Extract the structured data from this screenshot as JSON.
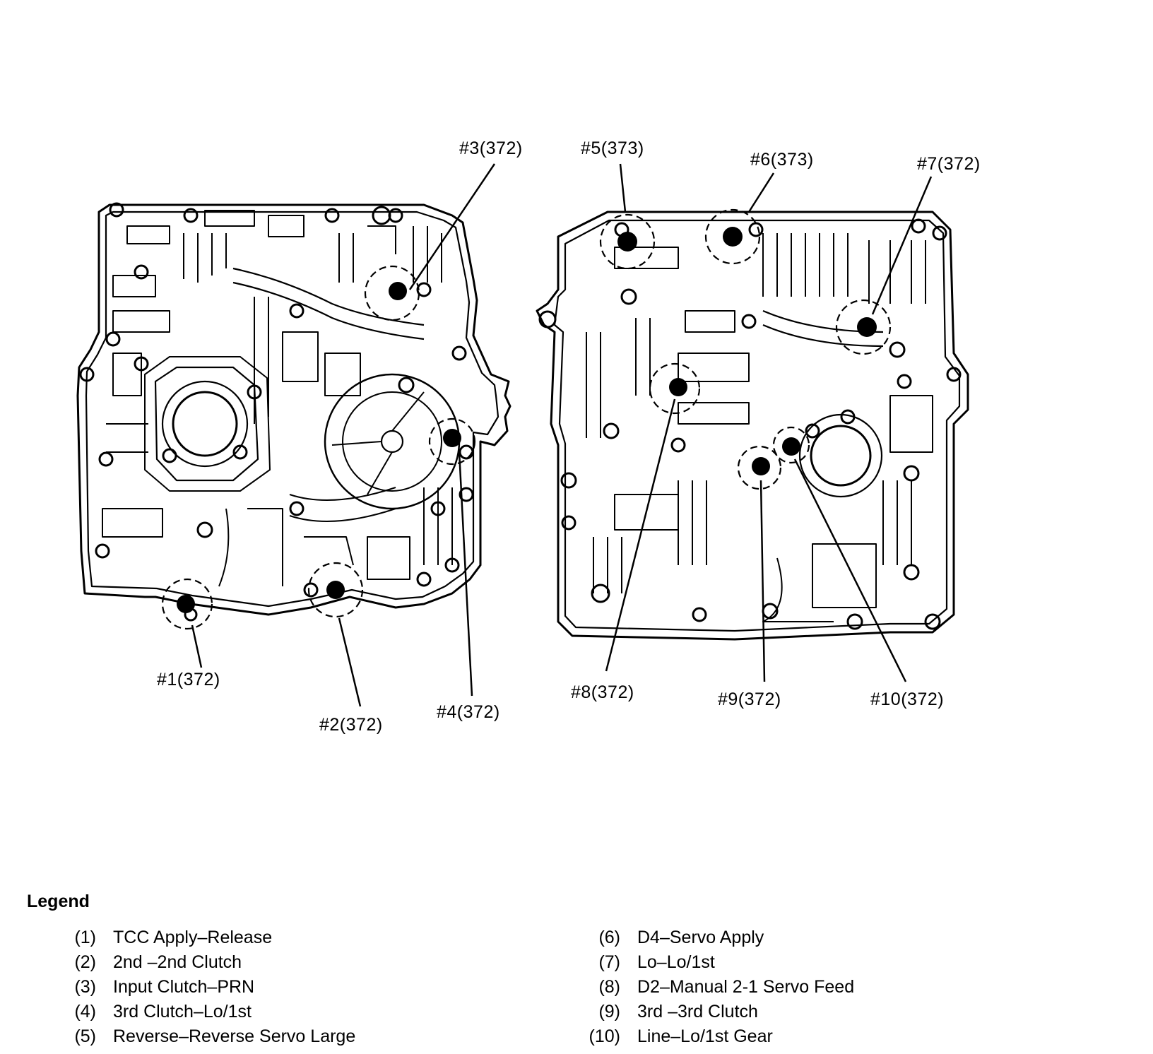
{
  "callouts": {
    "c1": "#1(372)",
    "c2": "#2(372)",
    "c3": "#3(372)",
    "c4": "#4(372)",
    "c5": "#5(373)",
    "c6": "#6(373)",
    "c7": "#7(372)",
    "c8": "#8(372)",
    "c9": "#9(372)",
    "c10": "#10(372)"
  },
  "legend": {
    "title": "Legend",
    "left": [
      {
        "num": "(1)",
        "text": "TCC Apply–Release"
      },
      {
        "num": "(2)",
        "text": "2nd –2nd Clutch"
      },
      {
        "num": "(3)",
        "text": "Input Clutch–PRN"
      },
      {
        "num": "(4)",
        "text": "3rd Clutch–Lo/1st"
      },
      {
        "num": "(5)",
        "text": "Reverse–Reverse Servo Large"
      }
    ],
    "right": [
      {
        "num": "(6)",
        "text": "D4–Servo Apply"
      },
      {
        "num": "(7)",
        "text": "Lo–Lo/1st"
      },
      {
        "num": "(8)",
        "text": "D2–Manual 2-1 Servo Feed"
      },
      {
        "num": "(9)",
        "text": "3rd –3rd Clutch"
      },
      {
        "num": "(10)",
        "text": "Line–Lo/1st  Gear"
      }
    ]
  }
}
